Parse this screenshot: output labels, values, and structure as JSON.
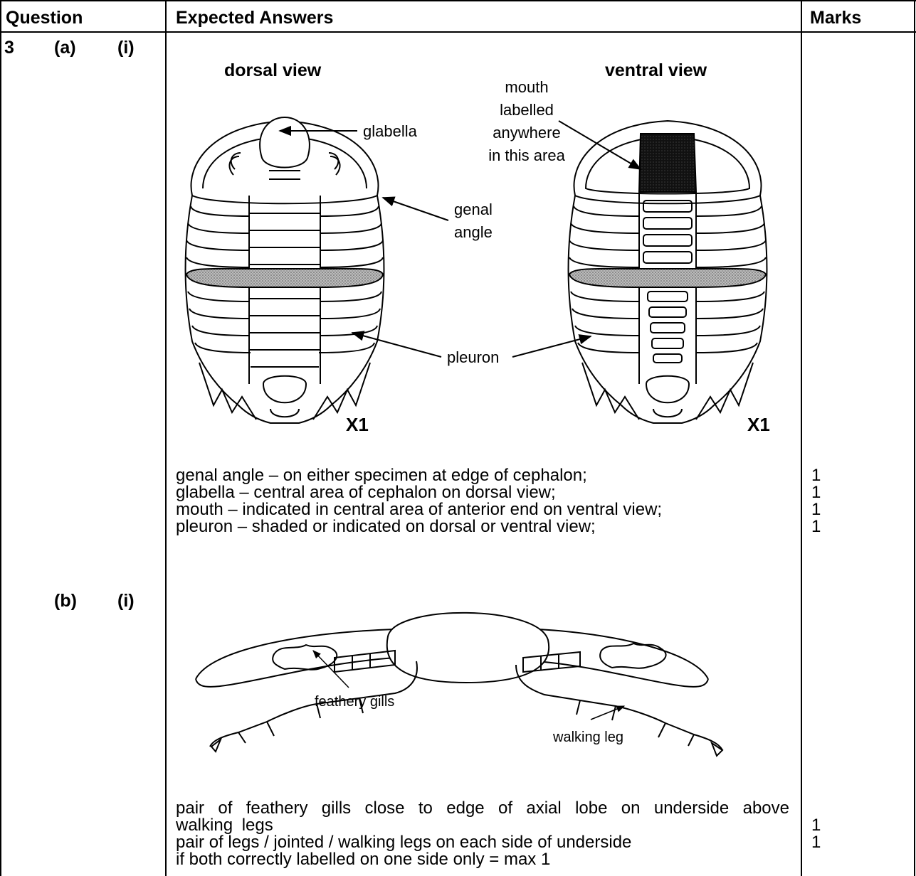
{
  "header": {
    "question": "Question",
    "expected_answers": "Expected Answers",
    "marks": "Marks"
  },
  "part_a": {
    "question_number": "3",
    "part": "(a)",
    "subpart": "(i)",
    "figure": {
      "dorsal_title": "dorsal view",
      "ventral_title": "ventral view",
      "glabella_label": "glabella",
      "mouth_label": [
        "mouth",
        "labelled",
        "anywhere",
        "in this area"
      ],
      "genal_label": [
        "genal",
        "angle"
      ],
      "pleuron_label": "pleuron",
      "scale_left": "X1",
      "scale_right": "X1"
    },
    "answers": [
      {
        "text": "genal angle – on either specimen at edge of cephalon;",
        "mark": "1"
      },
      {
        "text": "glabella – central area of cephalon on dorsal view;",
        "mark": "1"
      },
      {
        "text": "mouth – indicated in central area of anterior end on ventral view;",
        "mark": "1"
      },
      {
        "text": "pleuron – shaded or indicated on dorsal or ventral view;",
        "mark": "1"
      }
    ]
  },
  "part_b": {
    "part": "(b)",
    "subpart": "(i)",
    "figure": {
      "gills_label": "feathery gills",
      "leg_label": "walking leg"
    },
    "answers": [
      {
        "text": "pair of feathery gills close to edge of axial lobe on underside above walking legs",
        "mark": "1"
      },
      {
        "text": "pair of legs / jointed / walking legs on each side of underside",
        "mark": "1"
      },
      {
        "text": "if both correctly labelled on one side only = max 1",
        "mark": ""
      }
    ]
  }
}
